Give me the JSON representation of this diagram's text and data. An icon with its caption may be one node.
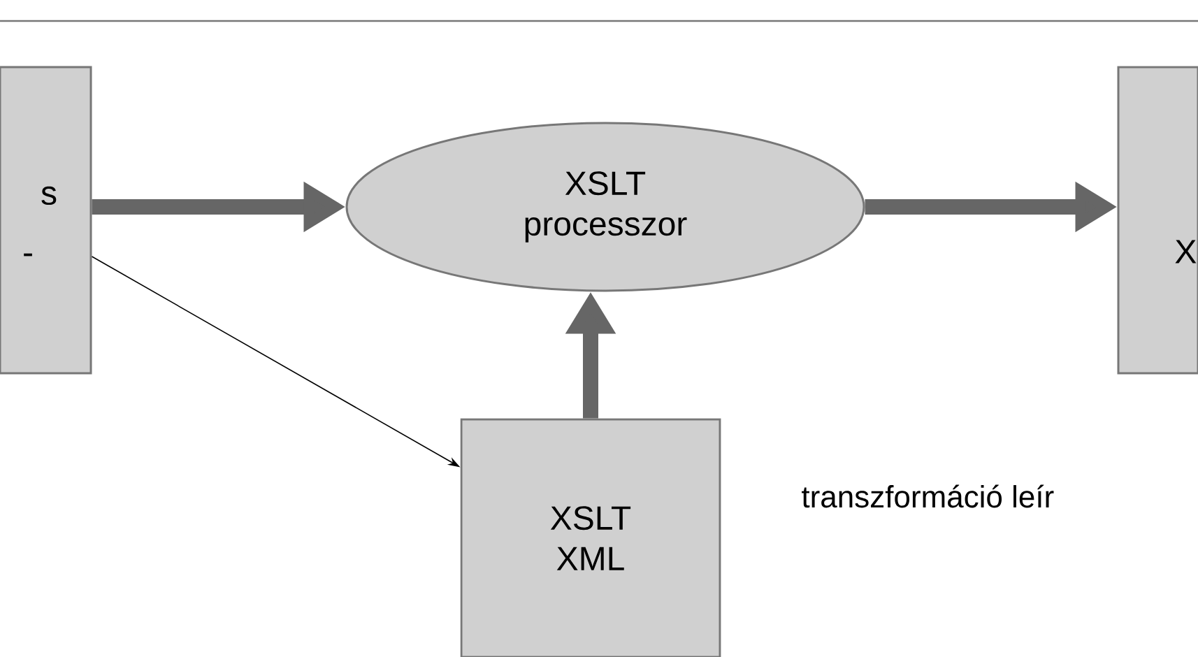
{
  "diagram": {
    "nodes": [
      {
        "text": [
          "s",
          "-"
        ]
      },
      {
        "text": [
          "XSLT processzor"
        ]
      },
      {
        "text": [
          "X"
        ]
      },
      {
        "text": [
          "XSLT XML"
        ]
      }
    ],
    "edges": [
      {
        "from": 0,
        "to": 1,
        "arrow": "to"
      },
      {
        "from": 1,
        "to": 2,
        "arrow": "to"
      },
      {
        "from": 3,
        "to": 1,
        "arrow": "to"
      },
      {
        "from": 0,
        "to": 3,
        "arrow": "to",
        "color": "#000000"
      }
    ],
    "labels": [
      "transzformáció leír"
    ]
  }
}
